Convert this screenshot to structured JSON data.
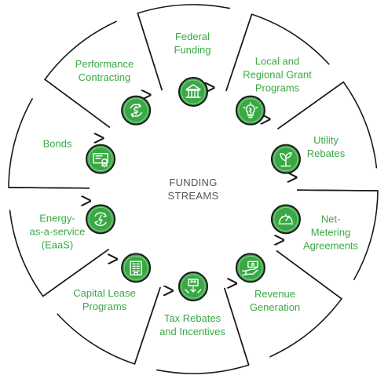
{
  "center": {
    "line1": "FUNDING",
    "line2": "STREAMS"
  },
  "colors": {
    "accent": "#3aa845",
    "icon_fill": "#3aa845",
    "outline": "#1a1a1a",
    "center_text": "#555555"
  },
  "segments": [
    {
      "label": "Federal\nFunding",
      "icon": "bank-building-icon"
    },
    {
      "label": "Local and\nRegional Grant\nPrograms",
      "icon": "lightbulb-icon"
    },
    {
      "label": "Utility\nRebates",
      "icon": "plant-icon"
    },
    {
      "label": "Net-Metering\nAgreements",
      "icon": "meter-gauge-icon"
    },
    {
      "label": "Revenue\nGeneration",
      "icon": "cash-hand-icon"
    },
    {
      "label": "Tax Rebates\nand Incentives",
      "icon": "tax-down-icon"
    },
    {
      "label": "Capital Lease\nPrograms",
      "icon": "office-building-icon"
    },
    {
      "label": "Energy-\nas-a-service\n(EaaS)",
      "icon": "energy-cycle-icon"
    },
    {
      "label": "Bonds",
      "icon": "certificate-icon"
    },
    {
      "label": "Performance\nContracting",
      "icon": "dollar-cycle-icon"
    }
  ]
}
